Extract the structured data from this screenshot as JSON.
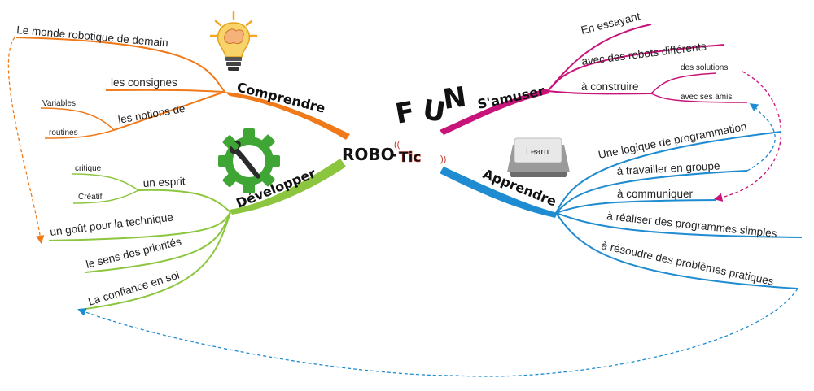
{
  "center": {
    "logo_left": "ROBO",
    "logo_right": "Tic"
  },
  "branches": {
    "comprendre": {
      "label": "Comprendre",
      "color": "#f07a1a",
      "items": [
        "Le monde robotique de demain",
        "les consignes",
        "les notions de"
      ],
      "sub_notions": [
        "Variables",
        "routines"
      ]
    },
    "developper": {
      "label": "Développer",
      "color": "#8cc63f",
      "items": [
        "un esprit",
        "un goût pour la technique",
        "le sens des priorités",
        "La confiance en soi"
      ],
      "sub_esprit": [
        "critique",
        "Créatif"
      ]
    },
    "samuser": {
      "label": "S'amuser",
      "color": "#c8137a",
      "items": [
        "En essayant",
        "avec des robots différents",
        "à construire"
      ],
      "sub_construire": [
        "des solutions",
        "avec ses amis"
      ],
      "badge": [
        "F",
        "U",
        "N"
      ],
      "badge_colors": [
        "#f39c12",
        "#9b59b6",
        "#c0392b"
      ]
    },
    "apprendre": {
      "label": "Apprendre",
      "color": "#1f8bd0",
      "items": [
        "Une logique de programmation",
        "à  travailler en groupe",
        "à communiquer",
        "à réaliser des programmes simples",
        "à résoudre des problèmes pratiques"
      ],
      "key_label": "Learn"
    }
  },
  "icons": [
    "lightbulb-brain-icon",
    "gear-wrench-icon",
    "fun-letters-icon",
    "learn-key-icon"
  ]
}
